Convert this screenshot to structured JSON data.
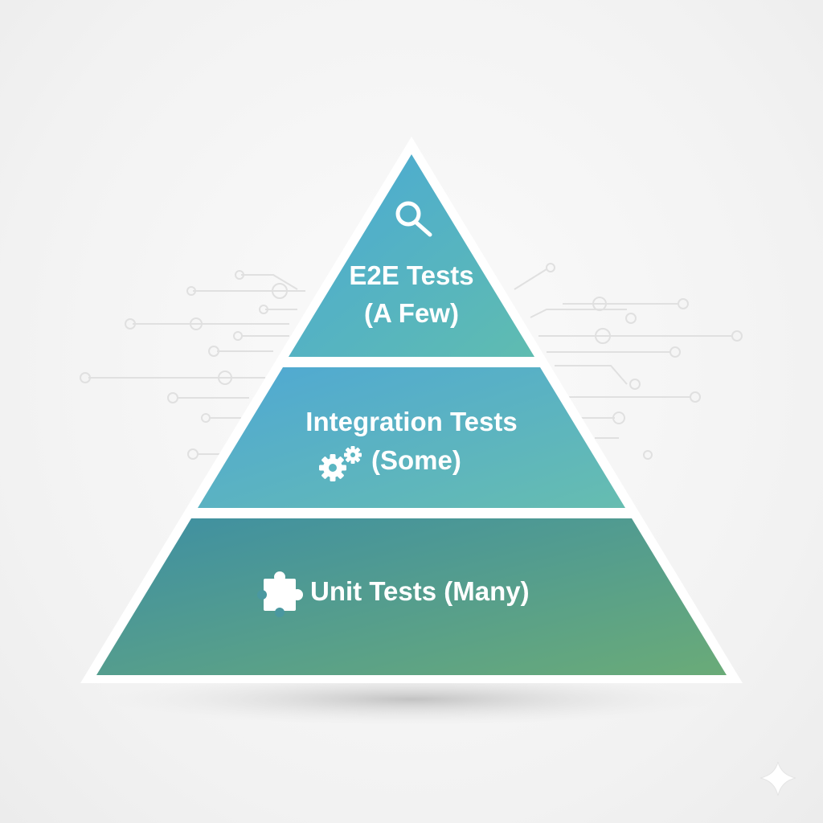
{
  "pyramid": {
    "tiers": [
      {
        "id": "e2e",
        "lines": [
          "E2E Tests",
          "(A Few)"
        ],
        "icon": "magnifier-icon"
      },
      {
        "id": "integration",
        "lines": [
          "Integration Tests",
          "(Some)"
        ],
        "icon": "gears-icon"
      },
      {
        "id": "unit",
        "lines": [
          "Unit Tests (Many)"
        ],
        "icon": "puzzle-piece-icon"
      }
    ],
    "colors": {
      "top_start": "#4aa9d6",
      "top_end": "#5fbcb0",
      "mid_start": "#4fa8d4",
      "mid_end": "#66bdb0",
      "bottom_start": "#3e8fa3",
      "bottom_end": "#6aab78",
      "label": "#ffffff",
      "circuit_line": "#e2e2e2",
      "border": "#ffffff"
    }
  }
}
